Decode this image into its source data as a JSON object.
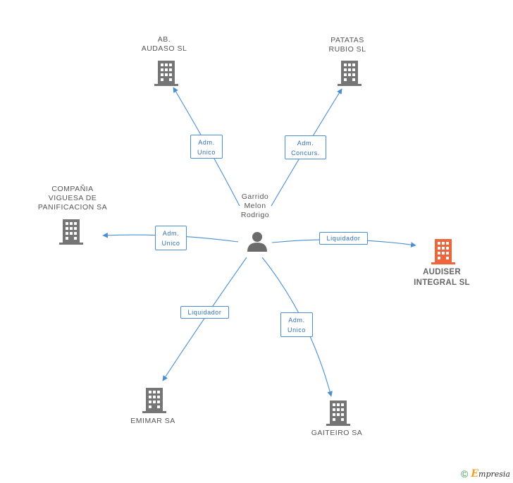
{
  "person": {
    "name": "Garrido\nMelon\nRodrigo",
    "icon": "person-icon"
  },
  "companies": {
    "ab_audaso": "AB.\nAUDASO  SL",
    "patatas_rubio": "PATATAS\nRUBIO SL",
    "compania_viguesa": "COMPAÑIA\nVIGUESA DE\nPANIFICACION SA",
    "audiser": "AUDISER\nINTEGRAL SL",
    "emimar": "EMIMAR SA",
    "gaiteiro": "GAITEIRO SA"
  },
  "relations": {
    "ab_audaso": "Adm.\nUnico",
    "patatas_rubio": "Adm.\nConcurs.",
    "compania_viguesa": "Adm.\nUnico",
    "audiser": "Liquidador",
    "emimar": "Liquidador",
    "gaiteiro": "Adm.\nUnico"
  },
  "colors": {
    "edge": "#4a8fd4",
    "building": "#757575",
    "building_highlight": "#f0643c",
    "person": "#6b6b6b"
  },
  "footer": {
    "copyright": "©",
    "brand_e": "E",
    "brand_rest": "mpresia"
  }
}
